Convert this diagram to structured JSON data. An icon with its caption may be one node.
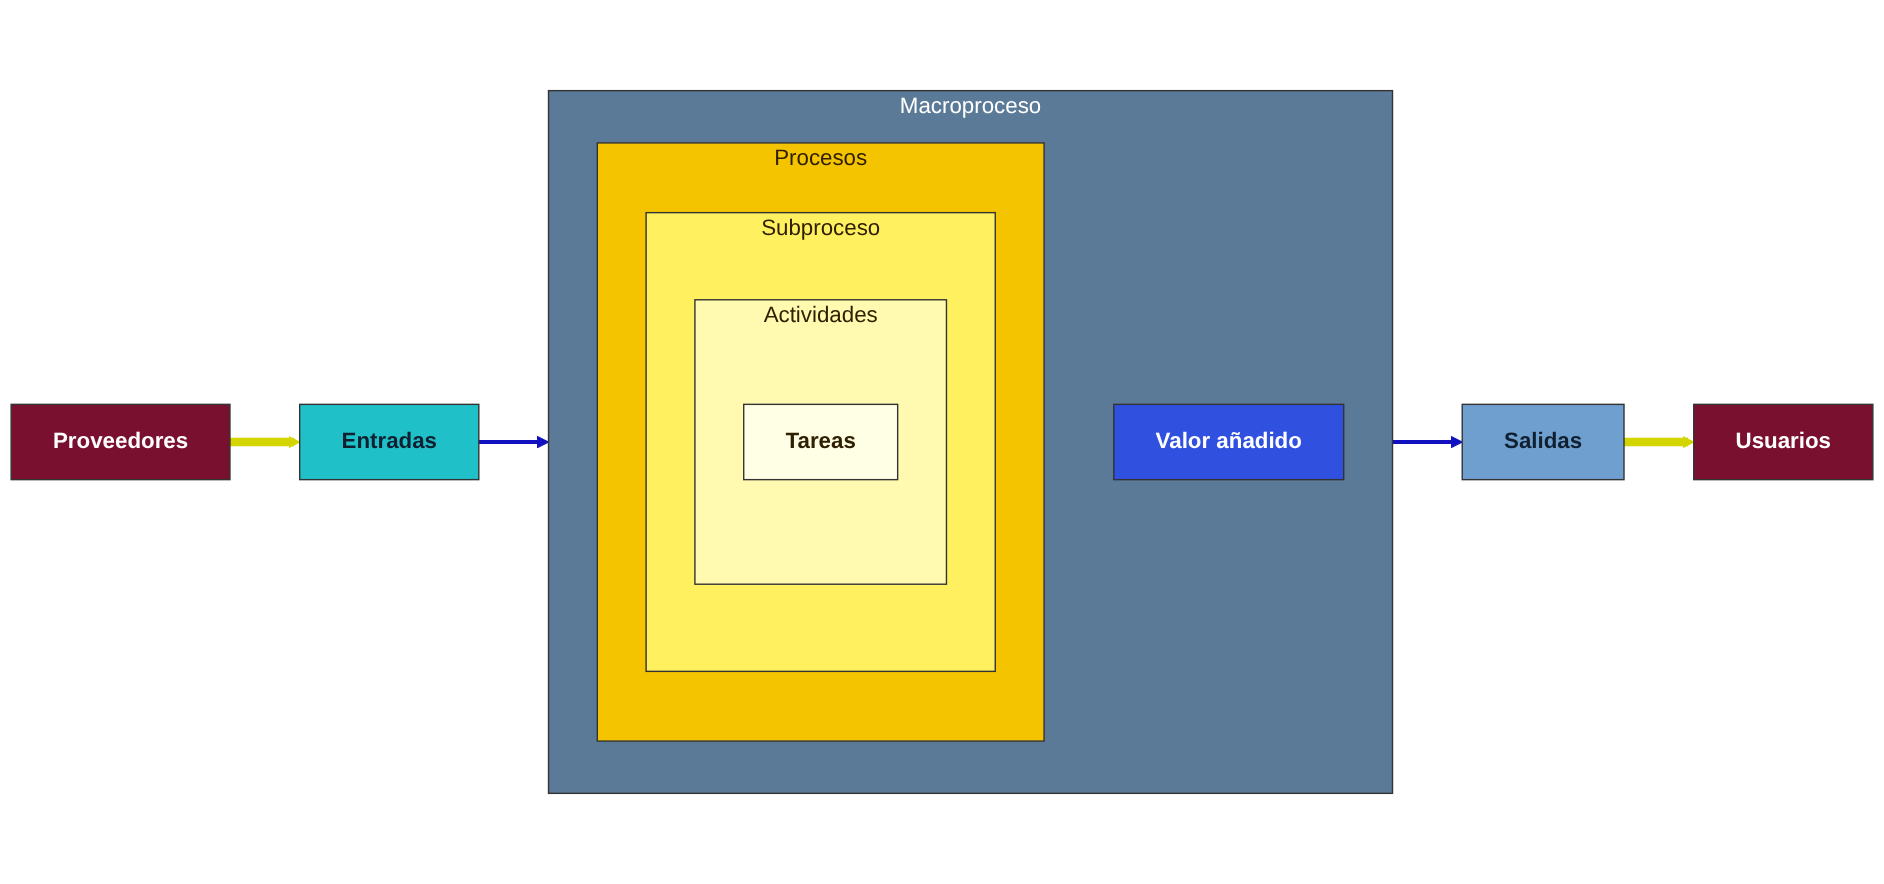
{
  "diagram": {
    "nodes": [
      {
        "text": [
          "Proveedores"
        ]
      },
      {
        "text": [
          "Entradas"
        ]
      },
      {
        "text": [
          "Macroproceso"
        ]
      },
      {
        "text": [
          "Procesos"
        ],
        "in": 2
      },
      {
        "text": [
          "Subproceso"
        ],
        "in": 3
      },
      {
        "text": [
          "Actividades"
        ],
        "in": 4
      },
      {
        "text": [
          "Tareas"
        ],
        "in": 5
      },
      {
        "text": [
          "Valor añadido"
        ],
        "in": 2
      },
      {
        "text": [
          "Salidas"
        ]
      },
      {
        "text": [
          "Usuarios"
        ]
      }
    ],
    "edges": [
      {
        "from": 0,
        "to": 1,
        "arrow": "to",
        "style": "thick",
        "color": "#d4d400"
      },
      {
        "from": 1,
        "to": 2,
        "arrow": "to",
        "color": "#1010c0"
      },
      {
        "from": 2,
        "to": 8,
        "arrow": "to",
        "color": "#1010c0"
      },
      {
        "from": 8,
        "to": 9,
        "arrow": "to",
        "style": "thick",
        "color": "#d4d400"
      }
    ]
  }
}
